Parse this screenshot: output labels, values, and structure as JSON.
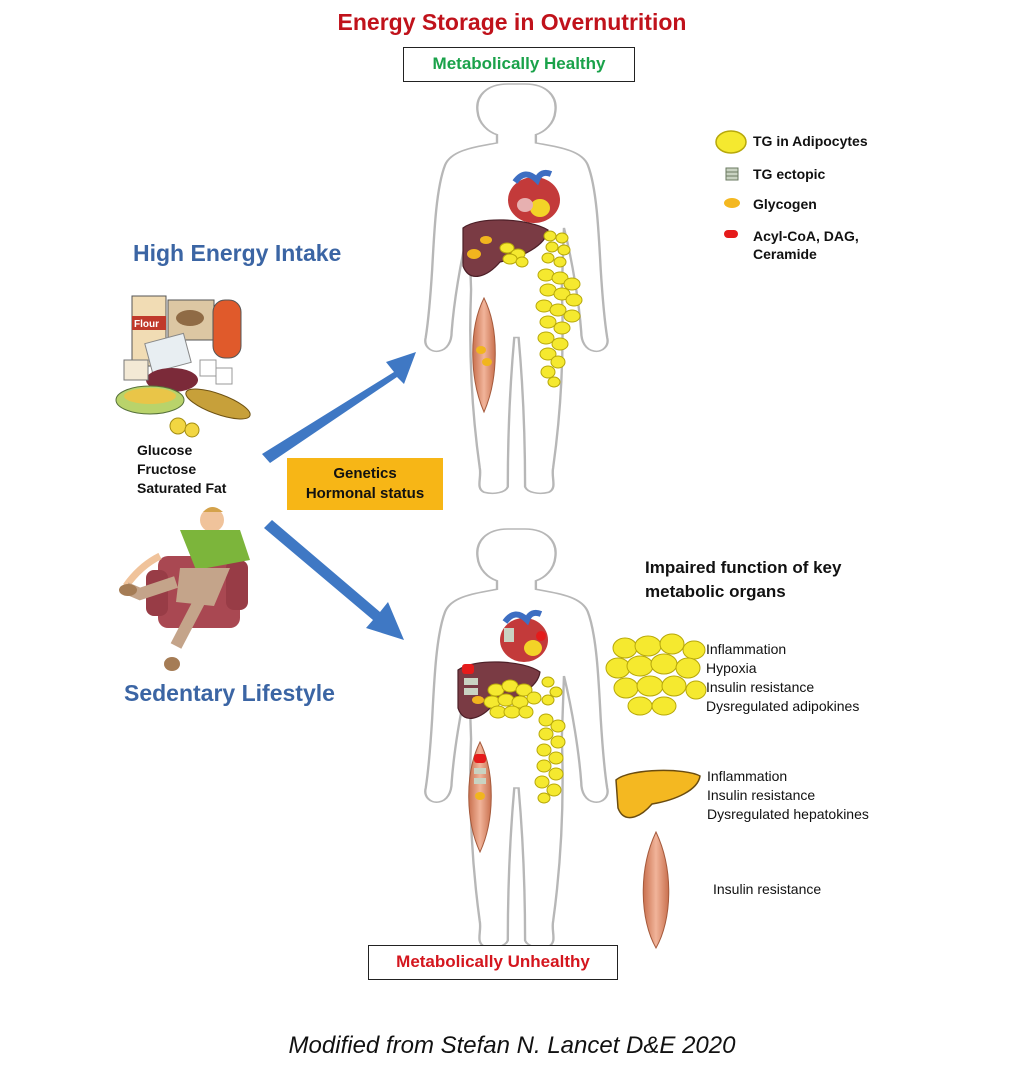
{
  "title": "Energy Storage in Overnutrition",
  "status": {
    "healthy": "Metabolically Healthy",
    "unhealthy": "Metabolically Unhealthy"
  },
  "inputs": {
    "intake_label": "High Energy Intake",
    "lifestyle_label": "Sedentary Lifestyle",
    "nutrients": [
      "Glucose",
      "Fructose",
      "Saturated Fat"
    ],
    "food_can_label": "Flour"
  },
  "modifiers": [
    "Genetics",
    "Hormonal status"
  ],
  "legend": [
    {
      "label": "TG in Adipocytes",
      "icon": "adipocyte-icon",
      "color": "#f5e92f"
    },
    {
      "label": "TG ectopic",
      "icon": "ectopic-fat-icon",
      "color": "#c9d3c2"
    },
    {
      "label": "Glycogen",
      "icon": "glycogen-icon",
      "color": "#f4b821"
    },
    {
      "label": "Acyl-CoA, DAG,\nCeramide",
      "icon": "lipid-intermediate-icon",
      "color": "#e51b1b"
    }
  ],
  "impairment": {
    "heading": "Impaired function of key metabolic organs",
    "adipose": [
      "Inflammation",
      "Hypoxia",
      "Insulin resistance",
      "Dysregulated adipokines"
    ],
    "liver": [
      "Inflammation",
      "Insulin resistance",
      "Dysregulated hepatokines"
    ],
    "muscle": [
      "Insulin resistance"
    ]
  },
  "credit": "Modified from Stefan N. Lancet D&E 2020"
}
